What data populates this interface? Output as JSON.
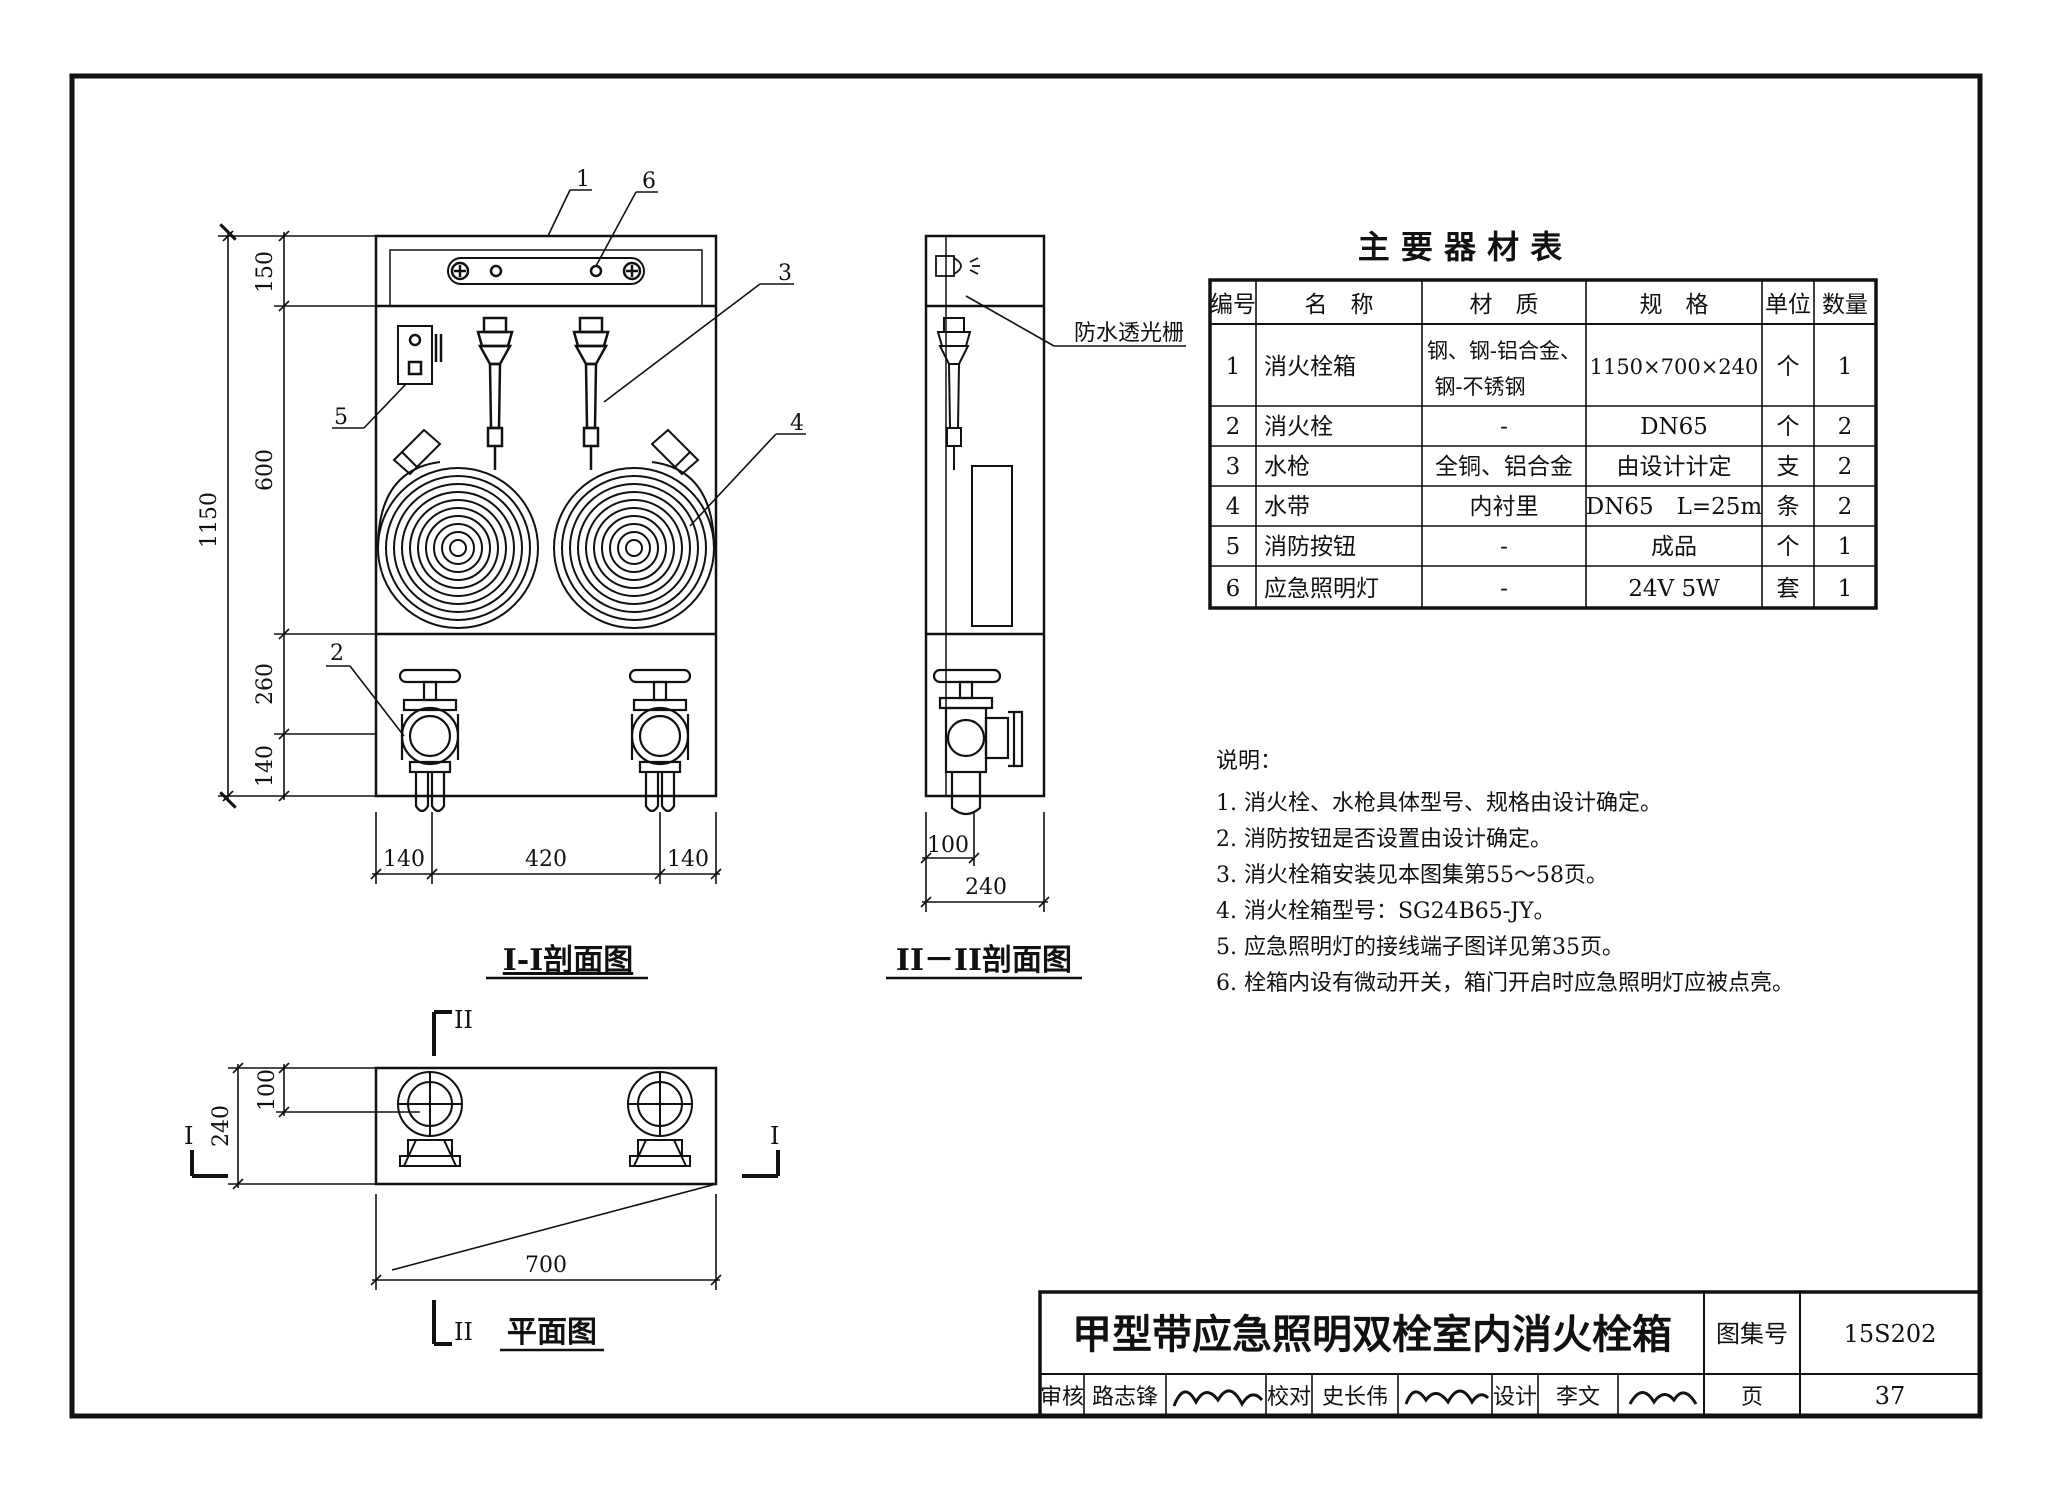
{
  "table": {
    "title": "主 要 器 材 表",
    "headers": [
      "编号",
      "名　称",
      "材　质",
      "规　格",
      "单位",
      "数量"
    ],
    "rows": [
      {
        "no": "1",
        "name": "消火栓箱",
        "material_1": "钢、钢-铝合金、",
        "material_2": "钢-不锈钢",
        "spec": "1150×700×240",
        "unit": "个",
        "qty": "1"
      },
      {
        "no": "2",
        "name": "消火栓",
        "material": "-",
        "spec": "DN65",
        "unit": "个",
        "qty": "2"
      },
      {
        "no": "3",
        "name": "水枪",
        "material": "全铜、铝合金",
        "spec": "由设计计定",
        "unit": "支",
        "qty": "2"
      },
      {
        "no": "4",
        "name": "水带",
        "material": "内衬里",
        "spec": "DN65　L=25m",
        "unit": "条",
        "qty": "2"
      },
      {
        "no": "5",
        "name": "消防按钮",
        "material": "-",
        "spec": "成品",
        "unit": "个",
        "qty": "1"
      },
      {
        "no": "6",
        "name": "应急照明灯",
        "material": "-",
        "spec": "24V 5W",
        "unit": "套",
        "qty": "1"
      }
    ]
  },
  "notes": {
    "heading": "说明：",
    "items": [
      "1. 消火栓、水枪具体型号、规格由设计确定。",
      "2. 消防按钮是否设置由设计确定。",
      "3. 消火栓箱安装见本图集第55～58页。",
      "4. 消火栓箱型号：SG24B65-JY。",
      "5. 应急照明灯的接线端子图详见第35页。",
      "6. 栓箱内设有微动开关，箱门开启时应急照明灯应被点亮。"
    ]
  },
  "views": {
    "section1": {
      "caption": "I-I剖面图",
      "dims": {
        "total_h": "1150",
        "d150": "150",
        "d600": "600",
        "d260": "260",
        "d140v": "140",
        "d140a": "140",
        "d420": "420",
        "d140b": "140"
      },
      "callouts": [
        "1",
        "6",
        "3",
        "5",
        "4",
        "2"
      ]
    },
    "section2": {
      "caption": "II－II剖面图",
      "dims": {
        "d100": "100",
        "d240": "240"
      },
      "label": "防水透光栅"
    },
    "plan": {
      "caption": "平面图",
      "dims": {
        "d240": "240",
        "d100": "100",
        "d700": "700"
      },
      "marks": {
        "ii": "II",
        "i": "I"
      }
    }
  },
  "title_block": {
    "title": "甲型带应急照明双栓室内消火栓箱",
    "atlas_label": "图集号",
    "atlas_no": "15S202",
    "review_label": "审核",
    "reviewer": "路志锋",
    "check_label": "校对",
    "checker": "史长伟",
    "design_label": "设计",
    "designer": "李文",
    "page_label": "页",
    "page_no": "37"
  }
}
